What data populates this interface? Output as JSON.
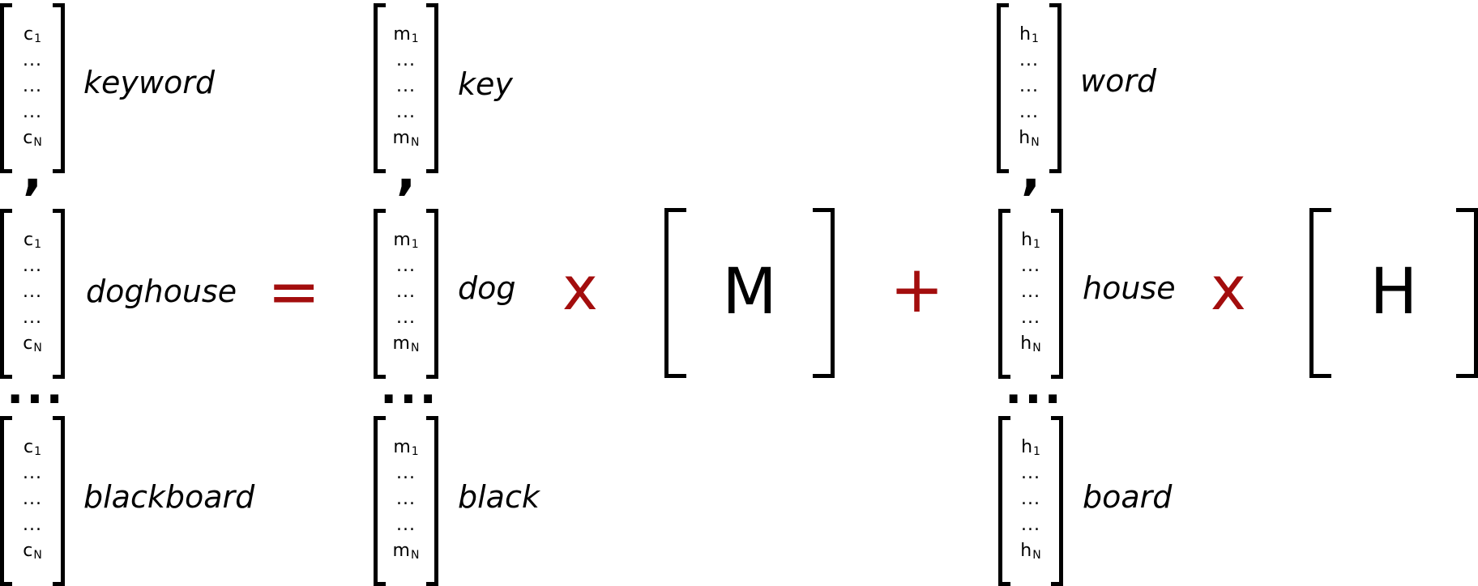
{
  "vectors": {
    "c": {
      "first": "c",
      "sub1": "1",
      "last": "c",
      "subN": "N",
      "dots": "..."
    },
    "m": {
      "first": "m",
      "sub1": "1",
      "last": "m",
      "subN": "N",
      "dots": "..."
    },
    "h": {
      "first": "h",
      "sub1": "1",
      "last": "h",
      "subN": "N",
      "dots": "..."
    }
  },
  "words": {
    "keyword": "keyword",
    "key": "key",
    "word": "word",
    "doghouse": "doghouse",
    "dog": "dog",
    "house": "house",
    "blackboard": "blackboard",
    "black": "black",
    "board": "board"
  },
  "operators": {
    "equals": "=",
    "times": "x",
    "plus": "+",
    "comma": ",",
    "ellipsis": "..."
  },
  "matrices": {
    "M": "M",
    "H": "H"
  },
  "colors": {
    "operator": "#a30d0d",
    "text": "#000000"
  }
}
